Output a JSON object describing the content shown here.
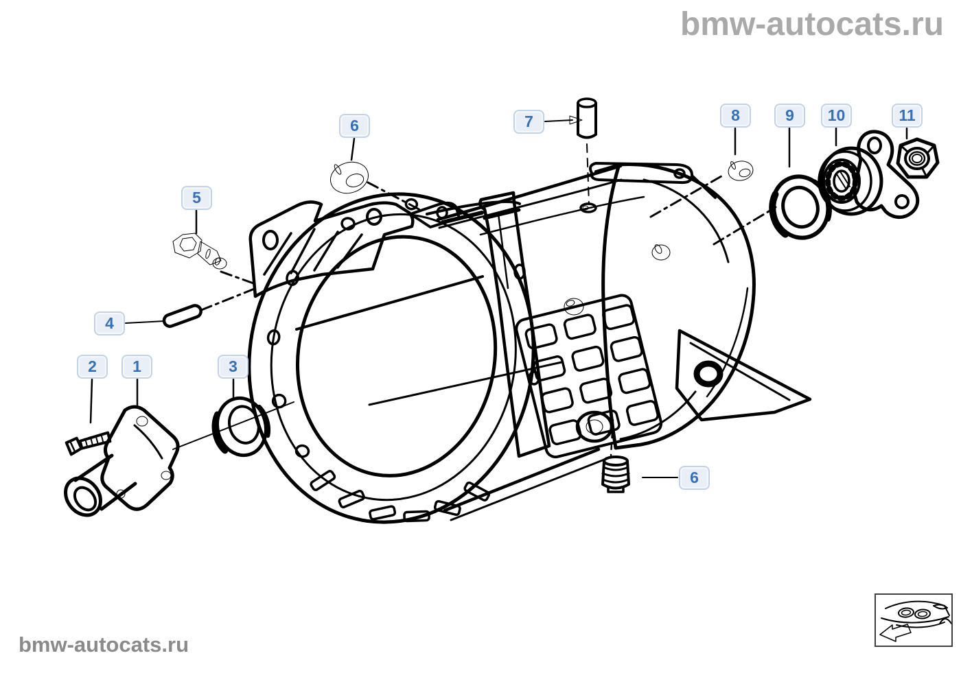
{
  "watermarks": {
    "top_right": "bmw-autocats.ru",
    "bottom_left": "bmw-autocats.ru"
  },
  "colors": {
    "label_bg": "#eaeff7",
    "label_border": "#c2d2e8",
    "label_text": "#3470b8",
    "watermark_top": "#a9a9a9",
    "watermark_bottom": "#8a8a8a",
    "leader": "#bcc4d2",
    "drawing": "#000000"
  },
  "callouts": [
    {
      "label": "6"
    },
    {
      "label": "7"
    },
    {
      "label": "8"
    },
    {
      "label": "9"
    },
    {
      "label": "10"
    },
    {
      "label": "11"
    },
    {
      "label": "5"
    },
    {
      "label": "4"
    },
    {
      "label": "2"
    },
    {
      "label": "1"
    },
    {
      "label": "3"
    },
    {
      "label": "6"
    }
  ],
  "icons": {
    "corner_vehicle": "bmw-front-with-direction-arrow"
  }
}
